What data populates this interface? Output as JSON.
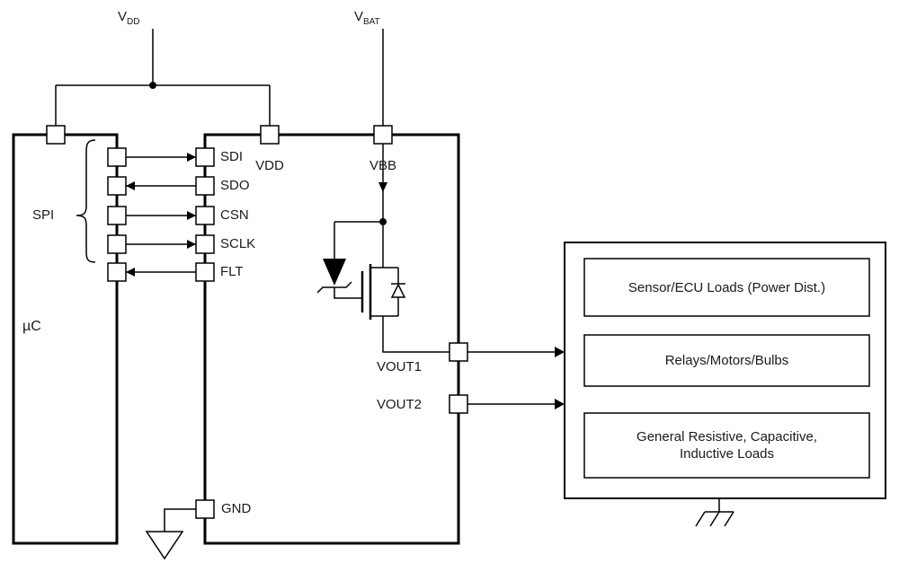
{
  "supplies": {
    "vdd_base": "V",
    "vdd_sub": "DD",
    "vbat_base": "V",
    "vbat_sub": "BAT"
  },
  "mcu": {
    "label": "µC"
  },
  "spi": {
    "label": "SPI"
  },
  "pins": {
    "sdi": "SDI",
    "sdo": "SDO",
    "csn": "CSN",
    "sclk": "SCLK",
    "flt": "FLT",
    "vdd": "VDD",
    "vbb": "VBB",
    "vout1": "VOUT1",
    "vout2": "VOUT2",
    "gnd": "GND"
  },
  "loads": {
    "box1": "Sensor/ECU Loads (Power Dist.)",
    "box2": "Relays/Motors/Bulbs",
    "box3_line1": "General Resistive, Capacitive,",
    "box3_line2": "Inductive Loads"
  },
  "colors": {
    "line": "#000000",
    "background": "#ffffff"
  }
}
